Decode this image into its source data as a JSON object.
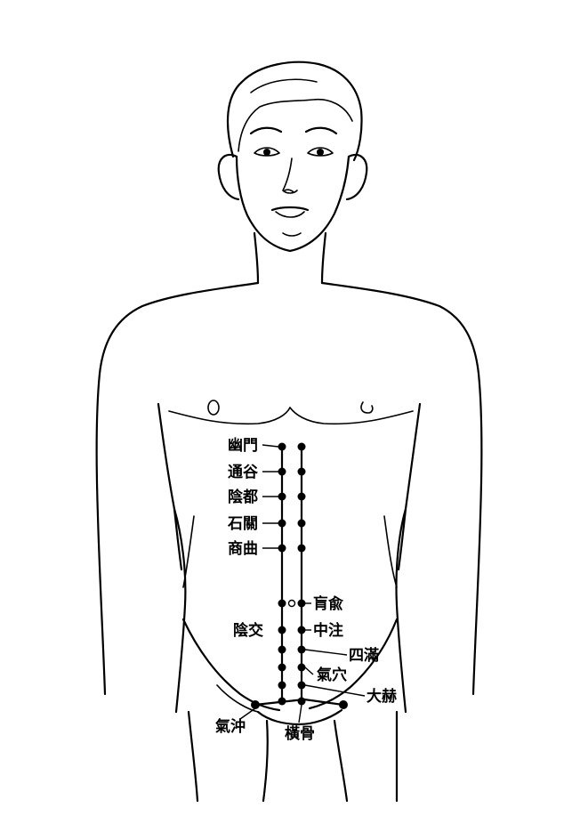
{
  "labels": {
    "youmen": "幽門",
    "tonggu": "通谷",
    "yindu": "陰都",
    "shiguan": "石關",
    "shangqu": "商曲",
    "huangshu": "肓兪",
    "yinjiao": "陰交",
    "zhongzhu": "中注",
    "siman": "四滿",
    "qixue": "氣穴",
    "dahe": "大赫",
    "qichong": "氣沖",
    "henggu": "橫骨"
  }
}
